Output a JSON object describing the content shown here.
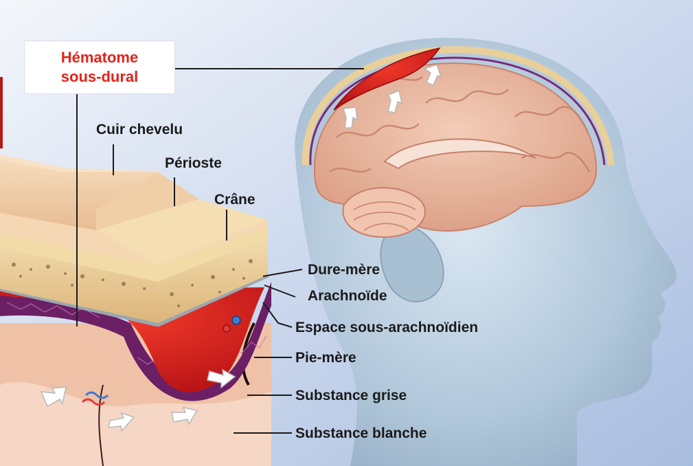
{
  "title": {
    "line1": "Hématome",
    "line2": "sous-dural",
    "color": "#e2231a"
  },
  "labels": {
    "cuir_chevelu": "Cuir chevelu",
    "perioste": "Périoste",
    "crane": "Crâne",
    "dure_mere": "Dure-mère",
    "arachnoide": "Arachnoïde",
    "espace_sous_arachnoidien": "Espace sous-arachnoïdien",
    "pie_mere": "Pie-mère",
    "substance_grise": "Substance grise",
    "substance_blanche": "Substance blanche"
  },
  "colors": {
    "background": "#c8d4ea",
    "hematoma": "#d8141a",
    "brain": "#eab79e",
    "skin": "#f2d2ae",
    "bone": "#eccd96",
    "head_silhouette": "#b9cfe0"
  }
}
